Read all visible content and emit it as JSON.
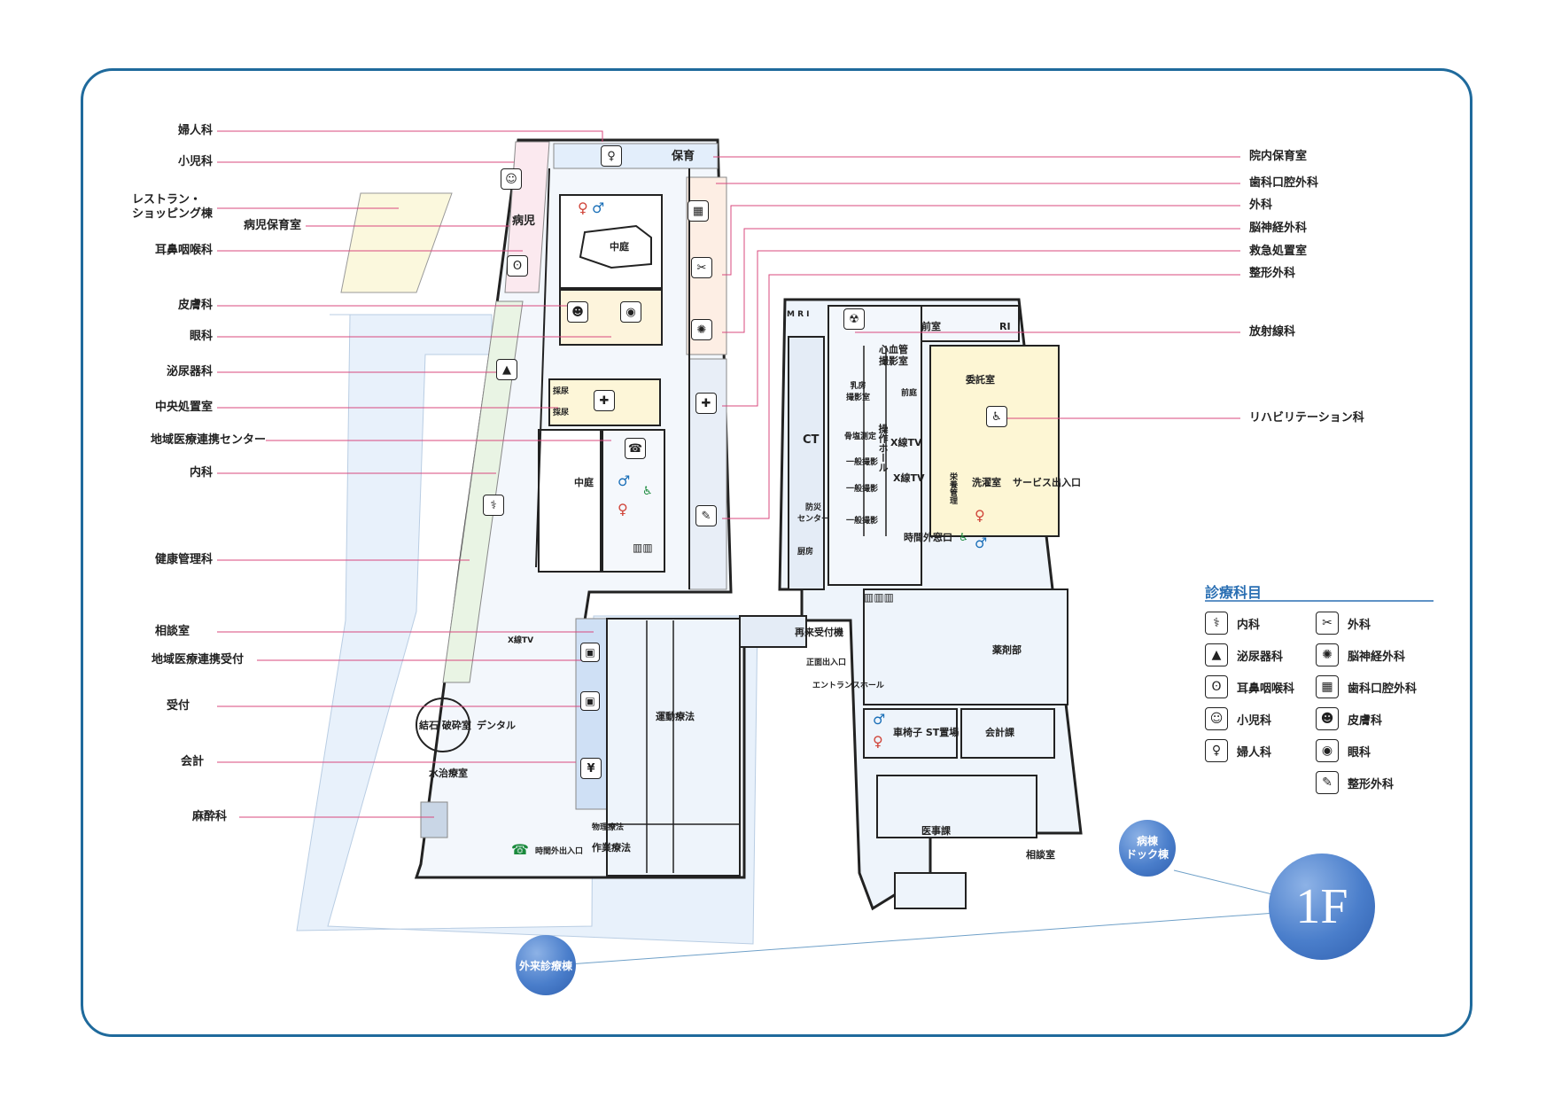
{
  "labels_left": [
    {
      "key": "fujinka",
      "text": "婦人科"
    },
    {
      "key": "shonika",
      "text": "小児科"
    },
    {
      "key": "restaurant",
      "text": "レストラン・\nショッピング棟"
    },
    {
      "key": "byoji_hoiku",
      "text": "病児保育室"
    },
    {
      "key": "jibika",
      "text": "耳鼻咽喉科"
    },
    {
      "key": "hifuka",
      "text": "皮膚科"
    },
    {
      "key": "ganka",
      "text": "眼科"
    },
    {
      "key": "hinyoki",
      "text": "泌尿器科"
    },
    {
      "key": "chuo_shochi",
      "text": "中央処置室"
    },
    {
      "key": "chiiki_center",
      "text": "地域医療連携センター"
    },
    {
      "key": "naika",
      "text": "内科"
    },
    {
      "key": "kenko",
      "text": "健康管理科"
    },
    {
      "key": "sodan",
      "text": "相談室"
    },
    {
      "key": "chiiki_uketsuke",
      "text": "地域医療連携受付"
    },
    {
      "key": "uketsuke",
      "text": "受付"
    },
    {
      "key": "kaikei",
      "text": "会計"
    },
    {
      "key": "masui",
      "text": "麻酔科"
    }
  ],
  "labels_right": [
    {
      "key": "innai_hoiku",
      "text": "院内保育室"
    },
    {
      "key": "shika",
      "text": "歯科口腔外科"
    },
    {
      "key": "geka",
      "text": "外科"
    },
    {
      "key": "noshinkei",
      "text": "脳神経外科"
    },
    {
      "key": "kyukyu",
      "text": "救急処置室"
    },
    {
      "key": "seikei",
      "text": "整形外科"
    },
    {
      "key": "hoshasen",
      "text": "放射線科"
    },
    {
      "key": "rehab",
      "text": "リハビリテーション科"
    }
  ],
  "rooms": [
    {
      "key": "hoiku",
      "text": "保育"
    },
    {
      "key": "byoji",
      "text": "病児"
    },
    {
      "key": "nakaniwa1",
      "text": "中庭"
    },
    {
      "key": "nakaniwa2",
      "text": "中庭"
    },
    {
      "key": "saimyaku1",
      "text": "採尿"
    },
    {
      "key": "saimyaku2",
      "text": "採尿"
    },
    {
      "key": "mri",
      "text": "M R I"
    },
    {
      "key": "zenshitsu",
      "text": "前室"
    },
    {
      "key": "ri",
      "text": "RI"
    },
    {
      "key": "shinkekkan",
      "text": "心血管\n撮影室"
    },
    {
      "key": "nyubo",
      "text": "乳房\n撮影室"
    },
    {
      "key": "zentei",
      "text": "前庭"
    },
    {
      "key": "ct",
      "text": "CT"
    },
    {
      "key": "kotsuryo",
      "text": "骨塩測定"
    },
    {
      "key": "ippan1",
      "text": "一般撮影"
    },
    {
      "key": "ippan2",
      "text": "一般撮影"
    },
    {
      "key": "ippan3",
      "text": "一般撮影"
    },
    {
      "key": "sosa",
      "text": "操作ホール"
    },
    {
      "key": "xtv1",
      "text": "X線TV"
    },
    {
      "key": "xtv2",
      "text": "X線TV"
    },
    {
      "key": "xtv3",
      "text": "X線TV"
    },
    {
      "key": "kesseki",
      "text": "結石\n破砕室"
    },
    {
      "key": "dental",
      "text": "デンタル"
    },
    {
      "key": "undo",
      "text": "運動療法"
    },
    {
      "key": "suichu",
      "text": "水治療室"
    },
    {
      "key": "butsuri",
      "text": "物理療法"
    },
    {
      "key": "sagyo",
      "text": "作業療法"
    },
    {
      "key": "jikangai",
      "text": "時間外出入口"
    },
    {
      "key": "jikangai_madoguchi",
      "text": "時間外窓口"
    },
    {
      "key": "bosai",
      "text": "防災\nセンター"
    },
    {
      "key": "chubo",
      "text": "厨房"
    },
    {
      "key": "itaku",
      "text": "委託室"
    },
    {
      "key": "eiyo",
      "text": "栄養管理"
    },
    {
      "key": "sentaku",
      "text": "洗濯室"
    },
    {
      "key": "service",
      "text": "サービス出入口"
    },
    {
      "key": "saisho_uketsuke",
      "text": "再来受付機"
    },
    {
      "key": "shomen",
      "text": "正面出入口"
    },
    {
      "key": "entrance",
      "text": "エントランスホール"
    },
    {
      "key": "yakuzai",
      "text": "薬剤部"
    },
    {
      "key": "kurumaisu",
      "text": "車椅子\nST置場"
    },
    {
      "key": "kaikeika",
      "text": "会計課"
    },
    {
      "key": "ijika",
      "text": "医事課"
    },
    {
      "key": "sodanshitsu",
      "text": "相談室"
    }
  ],
  "legend": {
    "title": "診療科目",
    "items": [
      {
        "key": "naika",
        "text": "内科",
        "icon": "internal-medicine-icon"
      },
      {
        "key": "geka",
        "text": "外科",
        "icon": "surgery-icon"
      },
      {
        "key": "hinyoki",
        "text": "泌尿器科",
        "icon": "urology-icon"
      },
      {
        "key": "noshinkei",
        "text": "脳神経外科",
        "icon": "neurosurgery-icon"
      },
      {
        "key": "jibika",
        "text": "耳鼻咽喉科",
        "icon": "ent-icon"
      },
      {
        "key": "shika",
        "text": "歯科口腔外科",
        "icon": "dental-icon"
      },
      {
        "key": "shonika",
        "text": "小児科",
        "icon": "pediatrics-icon"
      },
      {
        "key": "hifuka",
        "text": "皮膚科",
        "icon": "dermatology-icon"
      },
      {
        "key": "fujinka",
        "text": "婦人科",
        "icon": "gynecology-icon"
      },
      {
        "key": "ganka",
        "text": "眼科",
        "icon": "ophthalmology-icon"
      },
      {
        "key": "seikei",
        "text": "整形外科",
        "icon": "orthopedics-icon"
      }
    ]
  },
  "badges": {
    "byoto": "病棟\nドック棟",
    "gairai": "外来診療棟",
    "floor": "1F"
  },
  "colors": {
    "frame": "#1f6a9c",
    "leader": "#d9487e",
    "floor_fill": "#eef4fb",
    "wall": "#222222",
    "badge": "#4a7ecb",
    "legend_title": "#2a6fb3"
  }
}
